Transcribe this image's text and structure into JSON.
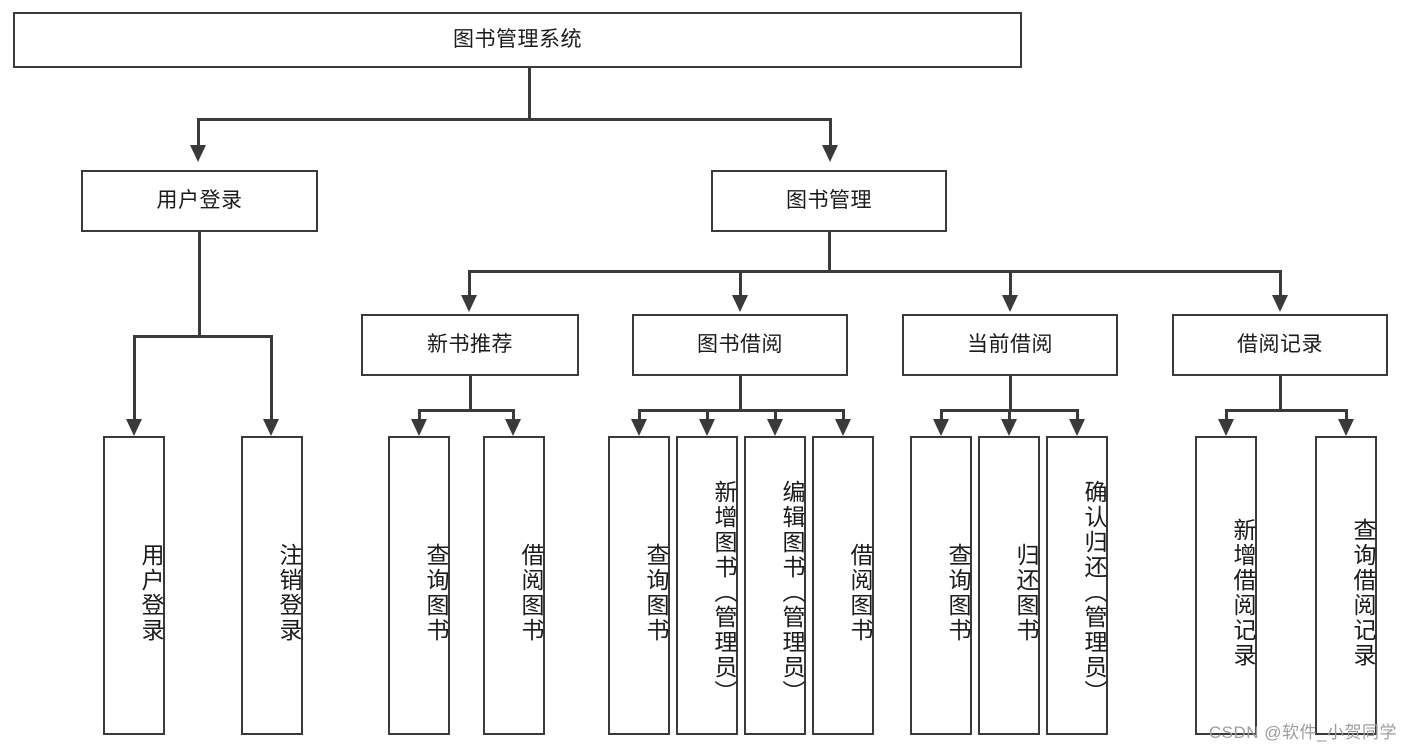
{
  "diagram": {
    "title": "图书管理系统",
    "watermark": "CSDN @软件_小贺同学",
    "colors": {
      "stroke": "#3a3a3a",
      "fill": "#ffffff",
      "text": "#1b1b1b",
      "watermark": "#9d9d9d"
    },
    "root": {
      "label": "图书管理系统"
    },
    "level2": [
      {
        "label": "用户登录"
      },
      {
        "label": "图书管理"
      }
    ],
    "level3": [
      {
        "label": "新书推荐"
      },
      {
        "label": "图书借阅"
      },
      {
        "label": "当前借阅"
      },
      {
        "label": "借阅记录"
      }
    ],
    "leaves": {
      "user_login": [
        {
          "label": "用户登录"
        },
        {
          "label": "注销登录"
        }
      ],
      "new_book": [
        {
          "label": "查询图书"
        },
        {
          "label": "借阅图书"
        }
      ],
      "book_borrow": [
        {
          "label": "查询图书"
        },
        {
          "label": "新增图书（管理员）"
        },
        {
          "label": "编辑图书（管理员）"
        },
        {
          "label": "借阅图书"
        }
      ],
      "current_borrow": [
        {
          "label": "查询图书"
        },
        {
          "label": "归还图书"
        },
        {
          "label": "确认归还（管理员）"
        }
      ],
      "borrow_record": [
        {
          "label": "新增借阅记录"
        },
        {
          "label": "查询借阅记录"
        }
      ]
    }
  }
}
